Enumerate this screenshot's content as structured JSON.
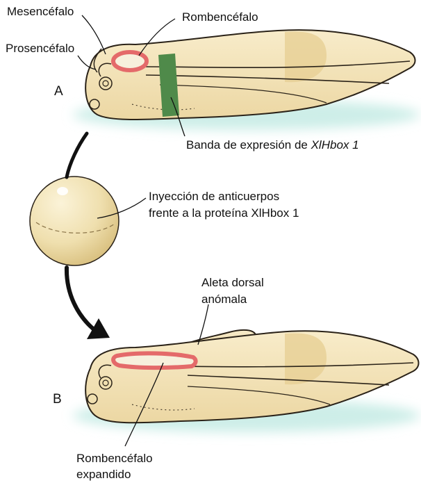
{
  "labels": {
    "mesencefalo": "Mesencéfalo",
    "rombencefalo": "Rombencéfalo",
    "prosencefalo": "Prosencéfalo",
    "panel_a": "A",
    "panel_b": "B",
    "banda_prefix": "Banda de expresión de ",
    "banda_gene": "XlHbox 1",
    "inyeccion_line1": "Inyección de anticuerpos",
    "inyeccion_line2": "frente a la proteína XlHbox 1",
    "aleta_line1": "Aleta dorsal",
    "aleta_line2": "anómala",
    "romb_exp_line1": "Rombencéfalo",
    "romb_exp_line2": "expandido"
  },
  "colors": {
    "embryo_body": "#f5e6bf",
    "embryo_shade": "#e9d39c",
    "outline": "#2a2218",
    "hindbrain_fill": "#f3a3a3",
    "hindbrain_stroke": "#e46a6a",
    "expression_band": "#4f8a4a",
    "water_glow": "#cdeee8",
    "egg": "#f2e4b8"
  }
}
